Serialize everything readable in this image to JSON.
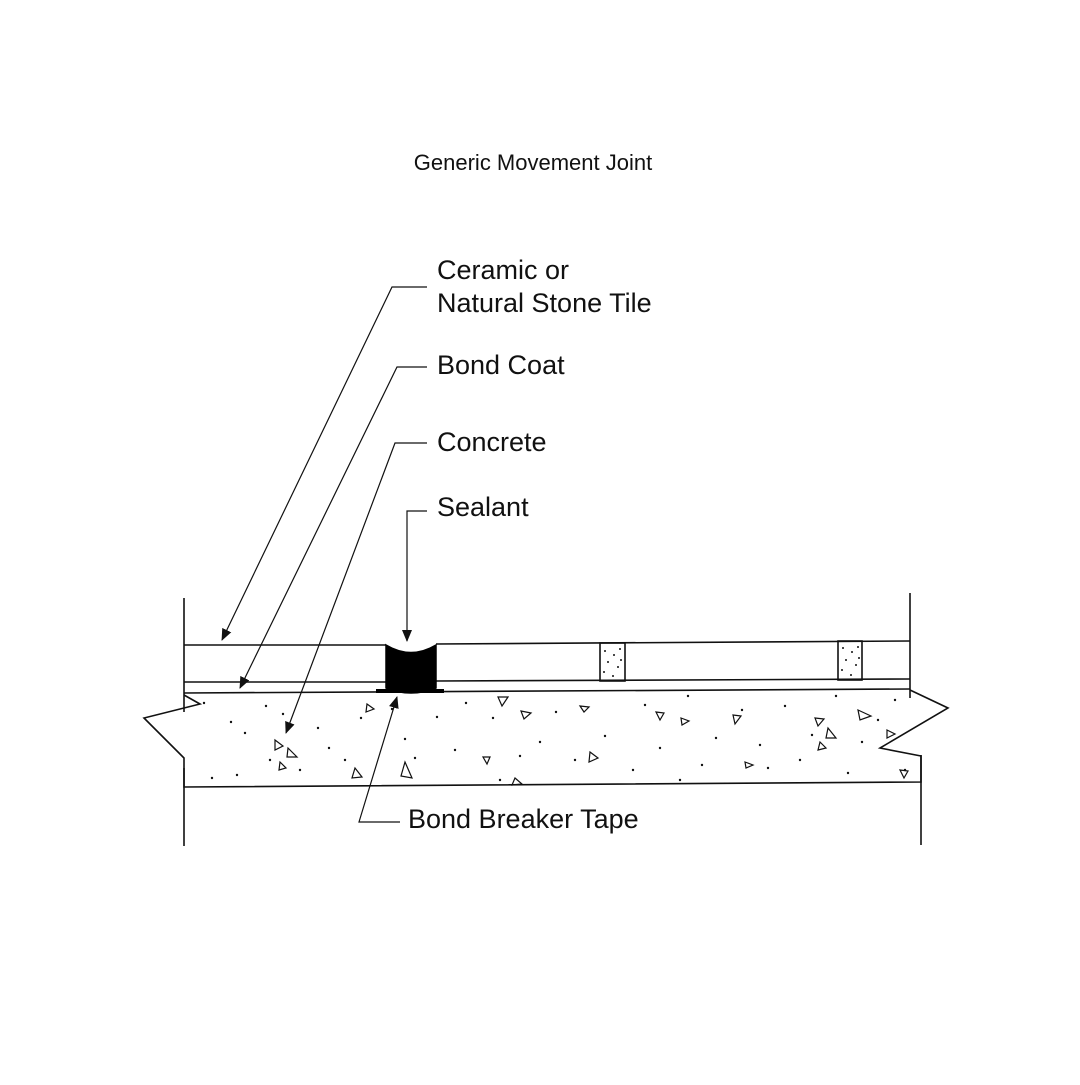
{
  "title": "Generic Movement Joint",
  "labels": {
    "tile_line1": "Ceramic or",
    "tile_line2": "Natural Stone Tile",
    "bond_coat": "Bond Coat",
    "concrete": "Concrete",
    "sealant": "Sealant",
    "bond_breaker": "Bond Breaker Tape"
  },
  "colors": {
    "line": "#111111",
    "sealant_fill": "#000000",
    "background": "#ffffff"
  }
}
